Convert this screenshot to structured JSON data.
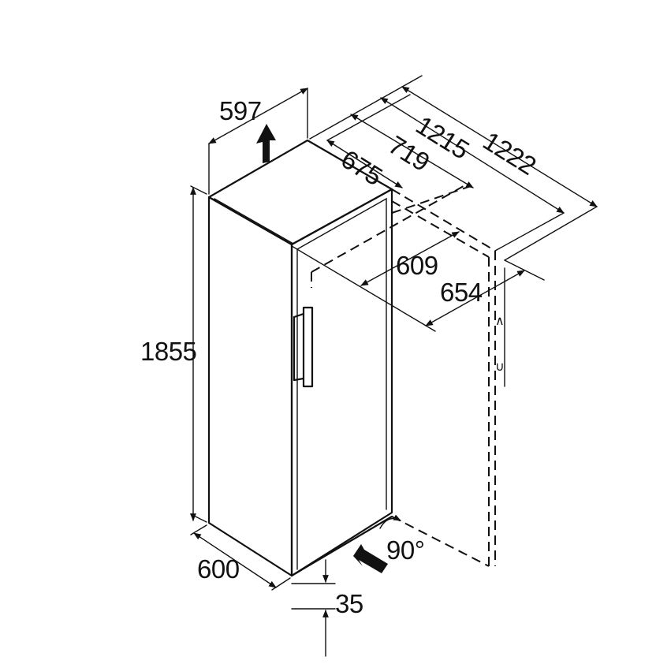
{
  "labels": {
    "width": "597",
    "depth_675": "675",
    "depth_719": "719",
    "depth_1215": "1215",
    "depth_1222": "1222",
    "height": "1855",
    "depth_609": "609",
    "depth_654": "654",
    "base_width": "600",
    "clearance": "35",
    "door_angle": "90°"
  },
  "colors": {
    "line": "#111111",
    "background": "#ffffff"
  }
}
